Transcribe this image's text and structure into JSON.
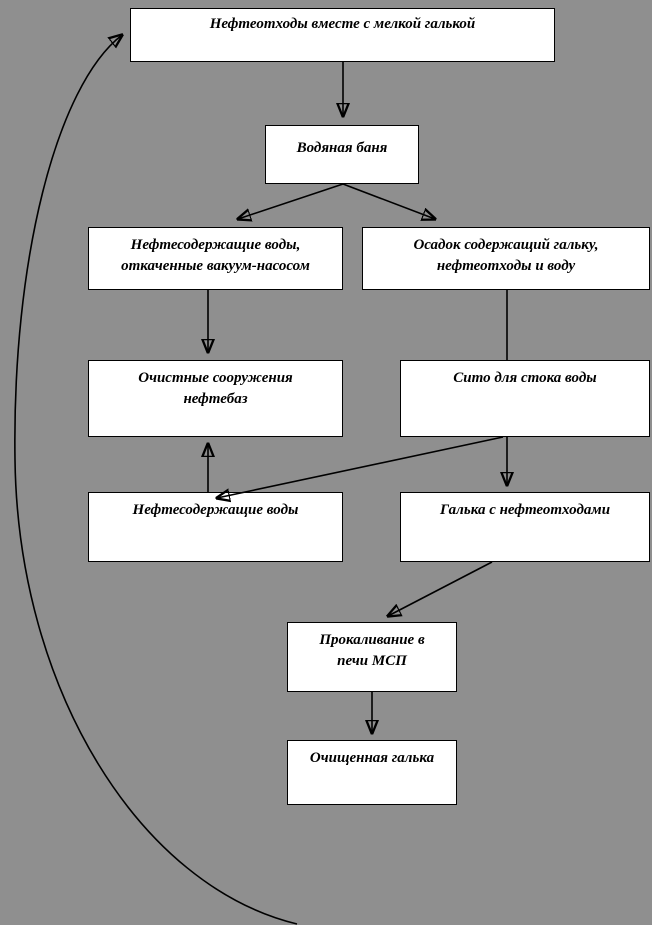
{
  "diagram": {
    "colors": {
      "background": "#8f8f8f",
      "box_fill": "#ffffff",
      "box_border": "#000000",
      "text": "#000000",
      "arrow": "#000000"
    },
    "nodes": [
      {
        "id": "oil-waste-with-pebbles",
        "lines": [
          "Нефтеотходы вместе с мелкой галькой"
        ]
      },
      {
        "id": "water-bath",
        "lines": [
          "Водяная баня"
        ]
      },
      {
        "id": "oily-water-vacuum",
        "lines": [
          "Нефтесодержащие воды,",
          "откаченные вакуум-насосом"
        ]
      },
      {
        "id": "sediment-with-pebbles",
        "lines": [
          "Осадок содержащий гальку,",
          "нефтеотходы и воду"
        ]
      },
      {
        "id": "treatment-facilities",
        "lines": [
          "Очистные сооружения",
          "нефтебаз"
        ]
      },
      {
        "id": "water-drain-sieve",
        "lines": [
          "Сито для стока воды"
        ]
      },
      {
        "id": "oily-water",
        "lines": [
          "Нефтесодержащие воды"
        ]
      },
      {
        "id": "pebbles-with-oil-waste",
        "lines": [
          "Галька с нефтеотходами"
        ]
      },
      {
        "id": "calcination-msp-furnace",
        "lines": [
          "Прокаливание в",
          "печи МСП"
        ]
      },
      {
        "id": "cleaned-pebbles",
        "lines": [
          "Очищенная галька"
        ]
      }
    ]
  }
}
